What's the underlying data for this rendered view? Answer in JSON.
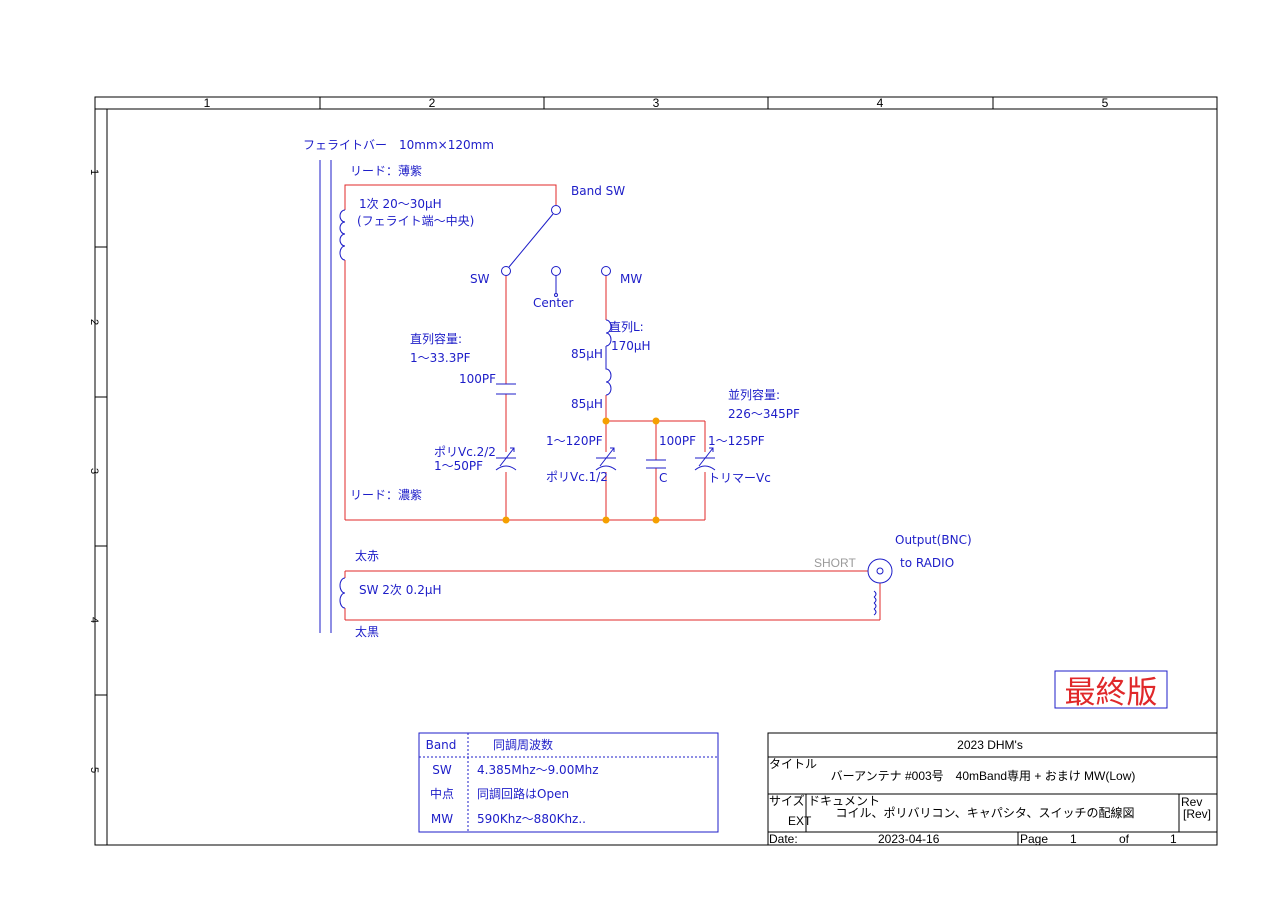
{
  "frame": {
    "columns": [
      "1",
      "2",
      "3",
      "4",
      "5"
    ],
    "rows": [
      "1",
      "2",
      "3",
      "4",
      "5"
    ]
  },
  "labels": {
    "ferrite_bar": "フェライトバー　10mm×120mm",
    "lead_light": "リード：薄紫",
    "band_sw": "Band SW",
    "primary_1": "1次 20～30μH",
    "primary_2": "(フェライト端～中央)",
    "sw": "SW",
    "center": "Center",
    "mw": "MW",
    "series_cap_1": "直列容量:",
    "series_cap_2": "1～33.3PF",
    "cap_100pf_a": "100PF",
    "series_l": "直列L:",
    "l_170": "170μH",
    "l_85a": "85μH",
    "l_85b": "85μH",
    "parallel_cap_1": "並列容量:",
    "parallel_cap_2": "226～345PF",
    "range_120": "1～120PF",
    "cap_100pf_b": "100PF",
    "range_125": "1～125PF",
    "polyvc_22": "ポリVc.2/2",
    "range_50": "1～50PF",
    "polyvc_12": "ポリVc.1/2",
    "c": "C",
    "trimmer": "トリマーVc",
    "lead_dark": "リード：濃紫",
    "thick_red": "太赤",
    "thick_black": "太黒",
    "secondary": "SW 2次 0.2μH",
    "output": "Output(BNC)",
    "to_radio": "to RADIO",
    "short": "SHORT",
    "final": "最終版"
  },
  "band_table": {
    "headers": [
      "Band",
      "同調周波数"
    ],
    "rows": [
      [
        "SW",
        "4.385Mhz～9.00Mhz"
      ],
      [
        "中点",
        "同調回路はOpen"
      ],
      [
        "MW",
        "590Khz～880Khz.."
      ]
    ]
  },
  "title_block": {
    "company": "2023 DHM's",
    "title_label": "タイトル",
    "title": "バーアンテナ #003号　40mBand専用 + おまけ MW(Low)",
    "size_label": "サイズ",
    "size_value": "EXT",
    "doc_label": "ドキュメント",
    "doc": "コイル、ポリバリコン、キャパシタ、スイッチの配線図",
    "rev_label": "Rev",
    "rev_value": "[Rev]",
    "date_label": "Date:",
    "date": "2023-04-16",
    "page_label": "Page",
    "page": "1",
    "of_label": "of",
    "of": "1"
  },
  "colors": {
    "ink": "#1d1dc8",
    "wire": "#e0282a",
    "junction": "#f5a000",
    "short_text": "#9a9a9a"
  }
}
